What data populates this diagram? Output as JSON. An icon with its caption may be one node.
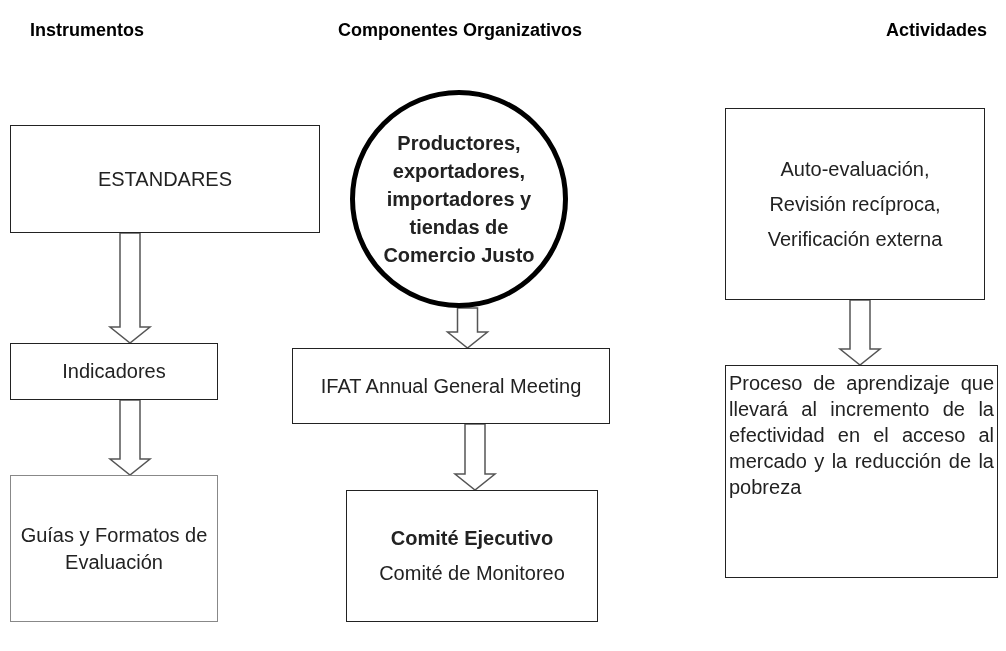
{
  "diagram": {
    "nodes": [
      {
        "text": [
          "ESTANDARES"
        ]
      },
      {
        "text": [
          "Indicadores"
        ]
      },
      {
        "text": [
          "Guías y Formatos de Evaluación"
        ]
      },
      {
        "text": [
          "Productores, exportadores, importadores y tiendas de Comercio Justo"
        ]
      },
      {
        "text": [
          "IFAT Annual General Meeting"
        ]
      },
      {
        "text": [
          "Comité Ejecutivo",
          "Comité de Monitoreo"
        ]
      },
      {
        "text": [
          "Auto-evaluación,",
          "Revisión recíproca,",
          "Verificación externa"
        ]
      },
      {
        "text": [
          "Proceso de aprendizaje que llevará al incremento de la efectividad en el acceso al mercado y la reducción de la pobreza"
        ]
      }
    ],
    "edges": [
      {
        "from": 0,
        "to": 1,
        "arrow": "to"
      },
      {
        "from": 1,
        "to": 2,
        "arrow": "to"
      },
      {
        "from": 3,
        "to": 4,
        "arrow": "to"
      },
      {
        "from": 4,
        "to": 5,
        "arrow": "to"
      },
      {
        "from": 6,
        "to": 7,
        "arrow": "to"
      }
    ],
    "labels": [
      "Instrumentos",
      "Componentes Organizativos",
      "Actividades"
    ]
  }
}
